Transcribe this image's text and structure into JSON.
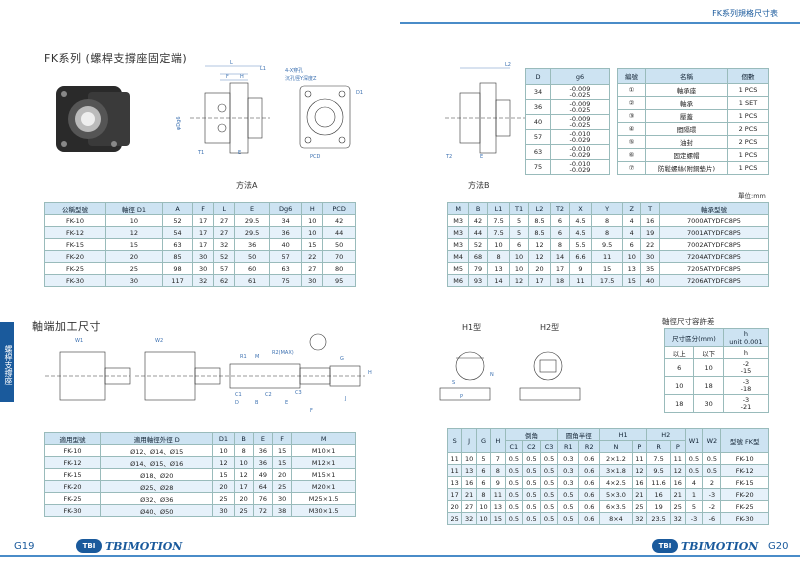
{
  "header": {
    "title": "FK系列規格尺寸表"
  },
  "section1": {
    "title": "FK系列 (螺桿支撐座固定端)",
    "methodA": "方法A",
    "methodB": "方法B",
    "unit": "單位:mm"
  },
  "dwgA": {
    "L": "L",
    "L1": "L1",
    "F": "F",
    "H": "H",
    "hole": "4-X穿孔",
    "counter": "沉孔徑Y深度Z",
    "T1": "T1",
    "E": "E",
    "PCD": "PCD",
    "D1": "D1",
    "Dg6": "φDg6"
  },
  "dwgB": {
    "L2": "L2",
    "T2": "T2"
  },
  "table_top_left": {
    "headers": [
      "公稱型號",
      "軸徑 D1",
      "A",
      "F",
      "L",
      "E",
      "Dg6",
      "H",
      "PCD"
    ],
    "rows": [
      [
        "FK-10",
        "10",
        "52",
        "17",
        "27",
        "29.5",
        "34",
        "10",
        "42"
      ],
      [
        "FK-12",
        "12",
        "54",
        "17",
        "27",
        "29.5",
        "36",
        "10",
        "44"
      ],
      [
        "FK-15",
        "15",
        "63",
        "17",
        "32",
        "36",
        "40",
        "15",
        "50"
      ],
      [
        "FK-20",
        "20",
        "85",
        "30",
        "52",
        "50",
        "57",
        "22",
        "70"
      ],
      [
        "FK-25",
        "25",
        "98",
        "30",
        "57",
        "60",
        "63",
        "27",
        "80"
      ],
      [
        "FK-30",
        "30",
        "117",
        "32",
        "62",
        "61",
        "75",
        "30",
        "95"
      ]
    ]
  },
  "table_g6": {
    "headers": [
      "D",
      "g6"
    ],
    "rows": [
      [
        "34",
        "-0.009",
        "-0.025"
      ],
      [
        "36",
        "-0.009",
        "-0.025"
      ],
      [
        "40",
        "-0.009",
        "-0.025"
      ],
      [
        "57",
        "-0.010",
        "-0.029"
      ],
      [
        "63",
        "-0.010",
        "-0.029"
      ],
      [
        "75",
        "-0.010",
        "-0.029"
      ]
    ]
  },
  "table_parts": {
    "headers": [
      "編號",
      "名稱",
      "個數"
    ],
    "rows": [
      [
        "①",
        "軸承座",
        "1 PCS"
      ],
      [
        "②",
        "軸承",
        "1 SET"
      ],
      [
        "③",
        "壓蓋",
        "1 PCS"
      ],
      [
        "④",
        "間隔環",
        "2 PCS"
      ],
      [
        "⑤",
        "油封",
        "2 PCS"
      ],
      [
        "⑥",
        "固定螺帽",
        "1 PCS"
      ],
      [
        "⑦",
        "防鬆螺絲(附銅墊片)",
        "1 PCS"
      ]
    ]
  },
  "table_top_right": {
    "headers": [
      "M",
      "B",
      "L1",
      "T1",
      "L2",
      "T2",
      "X",
      "Y",
      "Z",
      "T",
      "軸承型號"
    ],
    "rows": [
      [
        "M3",
        "42",
        "7.5",
        "5",
        "8.5",
        "6",
        "4.5",
        "8",
        "4",
        "16",
        "7000ATYDFC8P5"
      ],
      [
        "M3",
        "44",
        "7.5",
        "5",
        "8.5",
        "6",
        "4.5",
        "8",
        "4",
        "19",
        "7001ATYDFC8P5"
      ],
      [
        "M3",
        "52",
        "10",
        "6",
        "12",
        "8",
        "5.5",
        "9.5",
        "6",
        "22",
        "7002ATYDFC8P5"
      ],
      [
        "M4",
        "68",
        "8",
        "10",
        "12",
        "14",
        "6.6",
        "11",
        "10",
        "30",
        "7204ATYDFC8P5"
      ],
      [
        "M5",
        "79",
        "13",
        "10",
        "20",
        "17",
        "9",
        "15",
        "13",
        "35",
        "7205ATYDFC8P5"
      ],
      [
        "M6",
        "93",
        "14",
        "12",
        "17",
        "18",
        "11",
        "17.5",
        "15",
        "40",
        "7206ATYDFC8P5"
      ]
    ]
  },
  "section2": {
    "title": "軸端加工尺寸",
    "h1": "H1型",
    "h2": "H2型",
    "tol_title": "軸徑尺寸容許差"
  },
  "dwg2": {
    "W1": "W1",
    "W2": "W2",
    "R1": "R1",
    "M": "M",
    "R2": "R2(MAX)",
    "C1": "C1",
    "C2": "C2",
    "C3": "C3",
    "D": "D",
    "B": "B",
    "E": "E",
    "F": "F",
    "G": "G",
    "H": "H",
    "J": "J",
    "S": "S",
    "P": "P",
    "N": "N"
  },
  "table_tol": {
    "h1": "尺寸區分(mm)",
    "h2": "h",
    "h2b": "unit 0.001",
    "sub": [
      "以上",
      "以下",
      "h"
    ],
    "rows": [
      [
        "6",
        "10",
        "-2",
        "-15"
      ],
      [
        "10",
        "18",
        "-3",
        "-18"
      ],
      [
        "18",
        "30",
        "-3",
        "-21"
      ]
    ]
  },
  "table_bottom_left": {
    "headers": [
      "適用型號",
      "適用軸徑外徑 D",
      "D1",
      "B",
      "E",
      "F",
      "M"
    ],
    "rows": [
      [
        "FK-10",
        "Ø12、Ø14、Ø15",
        "10",
        "8",
        "36",
        "15",
        "M10×1"
      ],
      [
        "FK-12",
        "Ø14、Ø15、Ø16",
        "12",
        "10",
        "36",
        "15",
        "M12×1"
      ],
      [
        "FK-15",
        "Ø18、Ø20",
        "15",
        "12",
        "49",
        "20",
        "M15×1"
      ],
      [
        "FK-20",
        "Ø25、Ø28",
        "20",
        "17",
        "64",
        "25",
        "M20×1"
      ],
      [
        "FK-25",
        "Ø32、Ø36",
        "25",
        "20",
        "76",
        "30",
        "M25×1.5"
      ],
      [
        "FK-30",
        "Ø40、Ø50",
        "30",
        "25",
        "72",
        "38",
        "M30×1.5"
      ]
    ]
  },
  "table_bottom_right": {
    "top": [
      "S",
      "J",
      "G",
      "H",
      "倒角",
      "圓角半徑",
      "H1",
      "H2",
      "W1",
      "W2",
      "型號 FK型"
    ],
    "sub": [
      "C1",
      "C2",
      "C3",
      "R1",
      "R2",
      "N",
      "P",
      "R",
      "P"
    ],
    "rows": [
      [
        "11",
        "10",
        "5",
        "7",
        "0.5",
        "0.5",
        "0.5",
        "0.3",
        "0.6",
        "2×1.2",
        "11",
        "7.5",
        "11",
        "0.5",
        "0.5",
        "FK-10"
      ],
      [
        "11",
        "13",
        "6",
        "8",
        "0.5",
        "0.5",
        "0.5",
        "0.3",
        "0.6",
        "3×1.8",
        "12",
        "9.5",
        "12",
        "0.5",
        "0.5",
        "FK-12"
      ],
      [
        "13",
        "16",
        "6",
        "9",
        "0.5",
        "0.5",
        "0.5",
        "0.3",
        "0.6",
        "4×2.5",
        "16",
        "11.6",
        "16",
        "4",
        "2",
        "FK-15"
      ],
      [
        "17",
        "21",
        "8",
        "11",
        "0.5",
        "0.5",
        "0.5",
        "0.5",
        "0.6",
        "5×3.0",
        "21",
        "16",
        "21",
        "1",
        "-3",
        "FK-20"
      ],
      [
        "20",
        "27",
        "10",
        "13",
        "0.5",
        "0.5",
        "0.5",
        "0.5",
        "0.6",
        "6×3.5",
        "25",
        "19",
        "25",
        "5",
        "-2",
        "FK-25"
      ],
      [
        "25",
        "32",
        "10",
        "15",
        "0.5",
        "0.5",
        "0.5",
        "0.5",
        "0.6",
        "8×4",
        "32",
        "23.5",
        "32",
        "-3",
        "-6",
        "FK-30"
      ]
    ]
  },
  "side_tab": "螺桿支撐座",
  "footer": {
    "page_left": "G19",
    "page_right": "G20",
    "logo_mark": "TBI",
    "logo_text": "TBIMOTION"
  }
}
